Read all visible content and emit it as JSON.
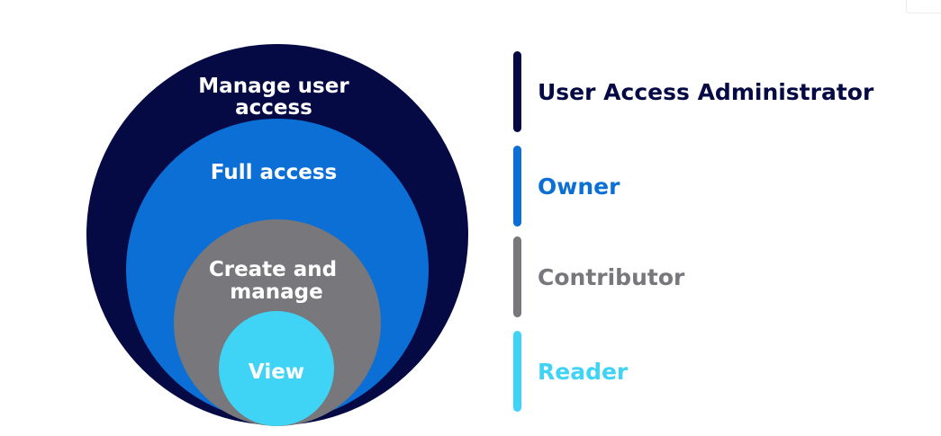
{
  "circles": {
    "outer": {
      "label_line1": "Manage user",
      "label_line2": "access",
      "color": "#050a45"
    },
    "second": {
      "label": "Full access",
      "color": "#0b6fd6"
    },
    "third": {
      "label_line1": "Create and",
      "label_line2": "manage",
      "color": "#77777c"
    },
    "inner": {
      "label": "View",
      "color": "#3fd3f6"
    }
  },
  "legend": {
    "items": [
      {
        "label": "User Access Administrator",
        "color": "#050a45"
      },
      {
        "label": "Owner",
        "color": "#0b6fd6"
      },
      {
        "label": "Contributor",
        "color": "#77777c"
      },
      {
        "label": "Reader",
        "color": "#3fd3f6"
      }
    ]
  }
}
